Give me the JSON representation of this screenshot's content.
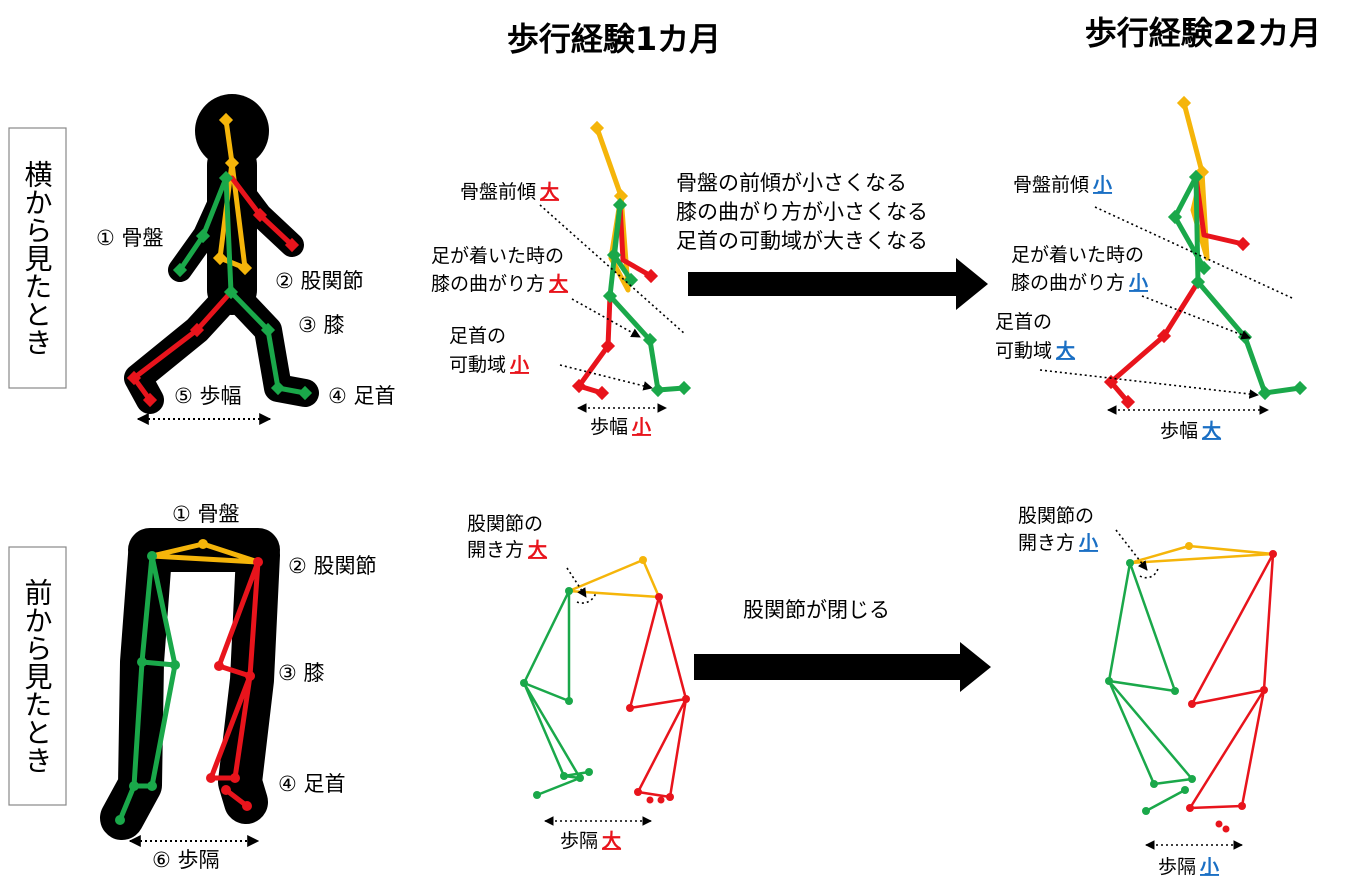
{
  "headers": {
    "col1": "歩行経験1カ月",
    "col2": "歩行経験22カ月"
  },
  "row_labels": {
    "side": "横から見たとき",
    "front": "前から見たとき"
  },
  "side_legend": {
    "pelvis": "① 骨盤",
    "hip": "② 股関節",
    "knee": "③ 膝",
    "ankle": "④ 足首",
    "stride": "⑤ 歩幅"
  },
  "front_legend": {
    "pelvis": "① 骨盤",
    "hip": "② 股関節",
    "knee": "③ 膝",
    "ankle": "④ 足首",
    "step_width": "⑥ 歩隔"
  },
  "side_1m": {
    "pelvis_tilt": "骨盤前傾",
    "pelvis_tilt_val": "大",
    "knee_bend_l1": "足が着いた時の",
    "knee_bend_l2": "膝の曲がり方",
    "knee_bend_val": "大",
    "ankle_l1": "足首の",
    "ankle_l2": "可動域",
    "ankle_val": "小",
    "stride": "歩幅",
    "stride_val": "小"
  },
  "side_22m": {
    "pelvis_tilt": "骨盤前傾",
    "pelvis_tilt_val": "小",
    "knee_bend_l1": "足が着いた時の",
    "knee_bend_l2": "膝の曲がり方",
    "knee_bend_val": "小",
    "ankle_l1": "足首の",
    "ankle_l2": "可動域",
    "ankle_val": "大",
    "stride": "歩幅",
    "stride_val": "大"
  },
  "side_changes": [
    "骨盤の前傾が小さくなる",
    "膝の曲がり方が小さくなる",
    "足首の可動域が大きくなる"
  ],
  "front_1m": {
    "hip_open_l1": "股関節の",
    "hip_open_l2": "開き方",
    "hip_open_val": "大",
    "step_width": "歩隔",
    "step_width_val": "大"
  },
  "front_22m": {
    "hip_open_l1": "股関節の",
    "hip_open_l2": "開き方",
    "hip_open_val": "小",
    "step_width": "歩隔",
    "step_width_val": "小"
  },
  "front_change": "股関節が閉じる",
  "colors": {
    "red": "#e8141c",
    "green": "#1aa84a",
    "yellow": "#f5b50a",
    "blue": "#1a6fc4",
    "black": "#000000"
  }
}
